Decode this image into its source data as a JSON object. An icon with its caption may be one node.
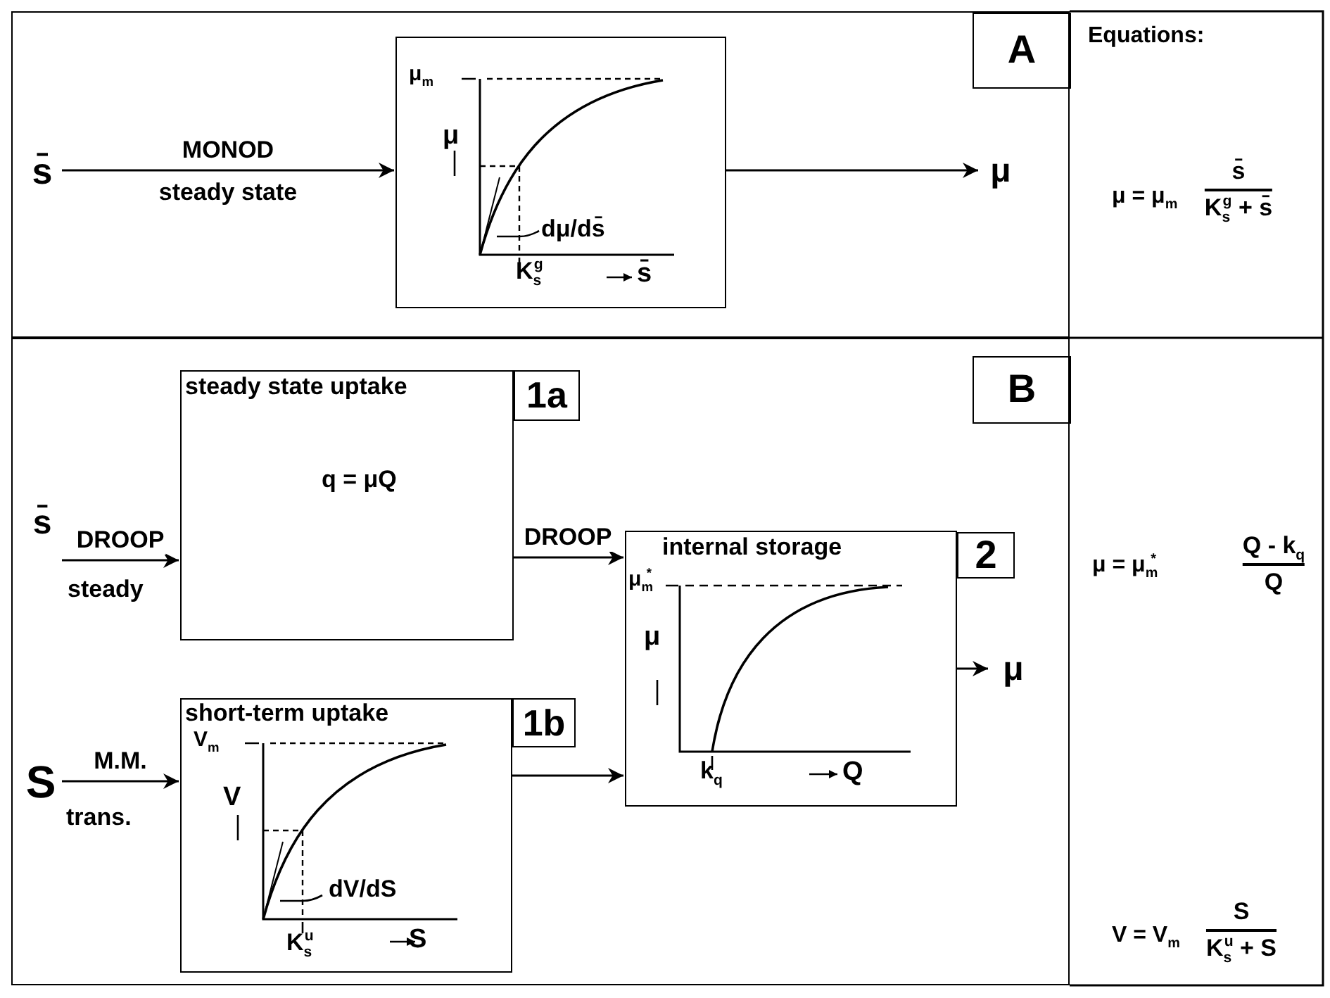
{
  "diagram": {
    "nodes": [
      {
        "text": [],
        "shape": "box"
      },
      {
        "text": [
          "A"
        ],
        "in": 0
      },
      {
        "text": [
          "s̄"
        ],
        "in": 0
      },
      {
        "text": [
          "μ$_{m}$",
          "μ",
          "dμ/ds̄",
          "K$_{s}$$^{g}$",
          "s̄"
        ],
        "in": 0
      },
      {
        "text": [
          "μ"
        ],
        "in": 0
      },
      {
        "text": [],
        "shape": "box"
      },
      {
        "text": [
          "B"
        ],
        "in": 5
      },
      {
        "text": [
          "s̄"
        ],
        "in": 5
      },
      {
        "text": [
          "steady state uptake",
          "q = μQ"
        ],
        "in": 5
      },
      {
        "text": [
          "1a"
        ],
        "in": 5
      },
      {
        "text": [
          "S"
        ],
        "in": 5
      },
      {
        "text": [
          "short-term uptake",
          "V$_{m}$",
          "V",
          "dV/dS",
          "K$_{s}$$^{u}$",
          "S"
        ],
        "in": 5
      },
      {
        "text": [
          "1b"
        ],
        "in": 5
      },
      {
        "text": [
          "internal storage",
          "μ$_{m}$$^{*}$",
          "μ",
          "k$_{q}$",
          "Q"
        ],
        "in": 5
      },
      {
        "text": [
          "2"
        ],
        "in": 5
      },
      {
        "text": [
          "μ"
        ],
        "in": 5
      }
    ],
    "edges": [
      {
        "from": 2,
        "to": 3,
        "arrow": "to",
        "label": "MONOD"
      },
      {
        "from": 3,
        "to": 4,
        "arrow": "to"
      },
      {
        "from": 7,
        "to": 8,
        "arrow": "to",
        "label": "DROOP"
      },
      {
        "from": 8,
        "to": 13,
        "arrow": "to",
        "label": "DROOP"
      },
      {
        "from": 10,
        "to": 11,
        "arrow": "to",
        "label": "M.M."
      },
      {
        "from": 11,
        "to": 13,
        "arrow": "to"
      },
      {
        "from": 13,
        "to": 15,
        "arrow": "to"
      }
    ],
    "labels": [
      "Equations:",
      "steady state",
      "μ = μ$_{m}$",
      "s̄",
      "K$_{s}$$^{g}$ + s̄",
      "steady",
      "trans.",
      "μ = μ$_{m}$$^{*}$",
      "Q - k$_{q}$",
      "Q",
      "V = V$_{m}$",
      "S",
      "K$_{s}$$^{u}$ + S"
    ]
  }
}
